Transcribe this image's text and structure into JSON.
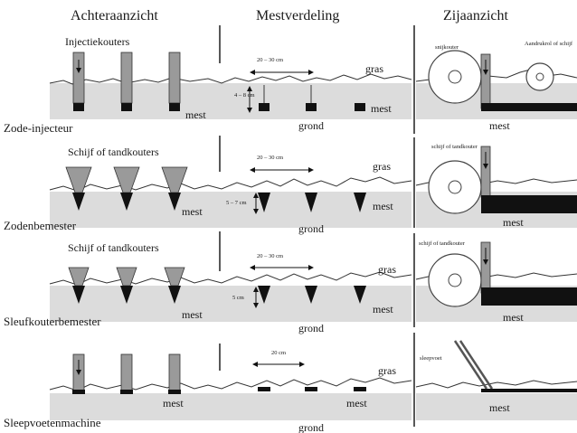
{
  "columns": {
    "rear_view": "Achteraanzicht",
    "distribution": "Mestverdeling",
    "side_view": "Zijaanzicht"
  },
  "rows": [
    {
      "name": "Zode-injecteur",
      "tool": "Injectiekouters",
      "spacing": "20 – 30 cm",
      "depth": "4 – 8 cm",
      "grass": "gras",
      "manure": "mest",
      "soil": "grond",
      "side_labels": [
        "snijkouter",
        "Aandrukrol of schijf"
      ]
    },
    {
      "name": "Zodenbemester",
      "tool": "Schijf of tandkouters",
      "spacing": "20 – 30 cm",
      "depth": "5 – 7 cm",
      "grass": "gras",
      "manure": "mest",
      "soil": "grond",
      "side_labels": [
        "schijf of tandkouter"
      ]
    },
    {
      "name": "Sleufkouterbemester",
      "tool": "Schijf of tandkouters",
      "spacing": "20 – 30 cm",
      "depth": "5 cm",
      "grass": "gras",
      "manure": "mest",
      "soil": "grond",
      "side_labels": [
        "schijf of tandkouter"
      ]
    },
    {
      "name": "Sleepvoetenmachine",
      "spacing": "20 cm",
      "grass": "gras",
      "manure": "mest",
      "soil": "grond",
      "side_labels": [
        "sleepvoet"
      ]
    }
  ]
}
